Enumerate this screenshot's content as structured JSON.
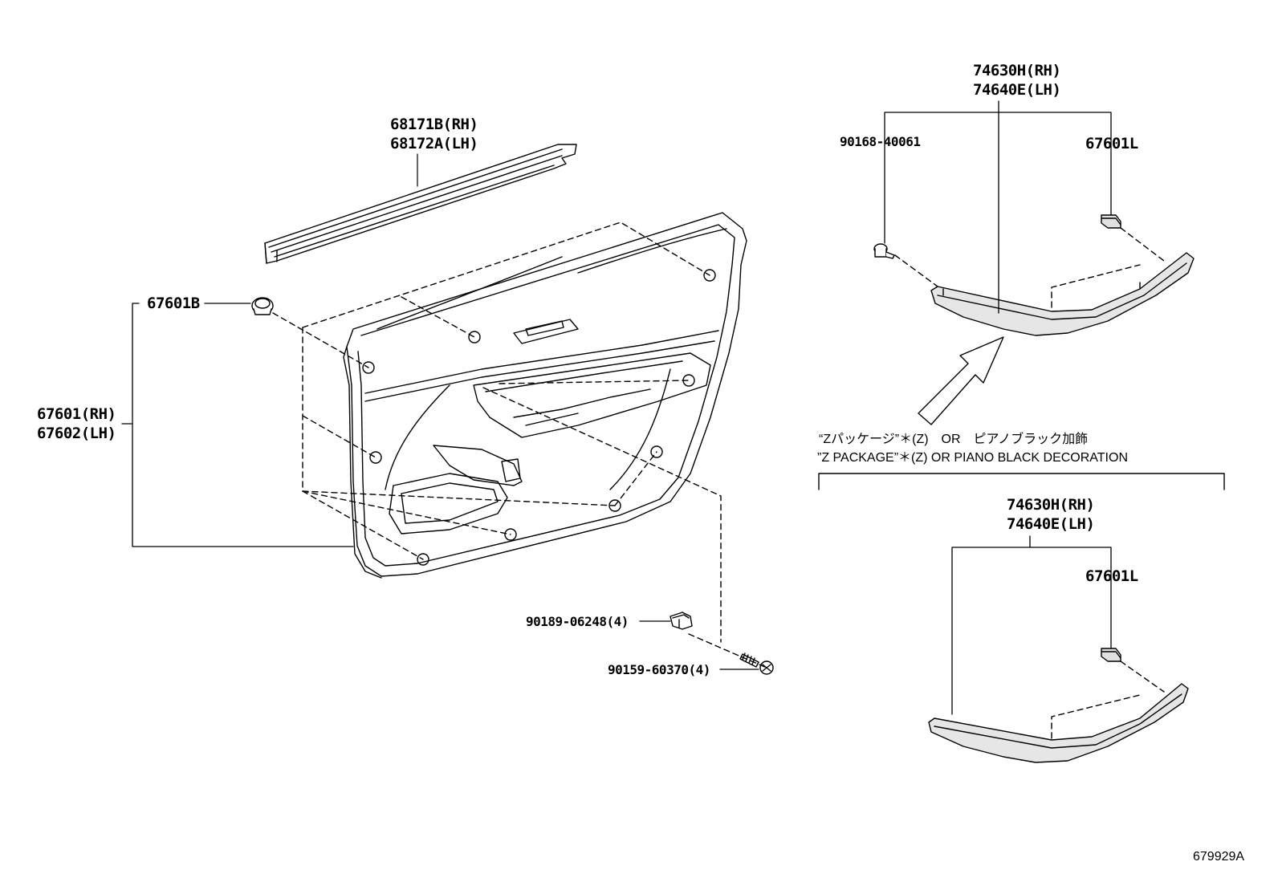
{
  "parts": {
    "weatherstrip": {
      "rh": "68171B(RH)",
      "lh": "68172A(LH)"
    },
    "clip_left": "67601B",
    "door_panel": {
      "rh": "67601(RH)",
      "lh": "67602(LH)"
    },
    "clip_screw": "90189-06248(4)",
    "screw": "90159-60370(4)",
    "garnish_upper": {
      "rh": "74630H(RH)",
      "lh": "74640E(LH)"
    },
    "bolt": "90168-40061",
    "clip_upper": "67601L",
    "garnish_lower": {
      "rh": "74630H(RH)",
      "lh": "74640E(LH)"
    },
    "clip_lower": "67601L"
  },
  "notes": {
    "jp": "“Zパッケージ”＊(Z)　OR　ピアノブラック加飾",
    "en": "”Z PACKAGE”＊(Z) OR PIANO BLACK DECORATION"
  },
  "figure_id": "679929A",
  "colors": {
    "line": "#000000",
    "background": "#ffffff",
    "garnish_fill": "#e6e6e6"
  }
}
